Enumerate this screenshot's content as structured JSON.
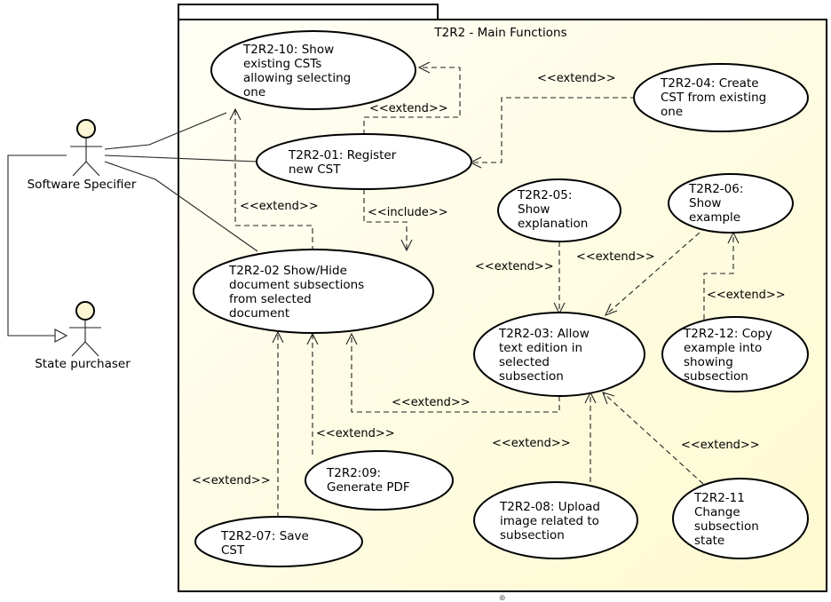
{
  "diagram": {
    "system_title": "T2R2 - Main Functions",
    "colors": {
      "frame_fill_start": "#fffef6",
      "frame_fill_end": "#fefad0",
      "actor_head": "#fbf6d3"
    },
    "actors": {
      "software_specifier": "Software Specifier",
      "state_purchaser": "State purchaser"
    },
    "use_cases": {
      "uc10": [
        "T2R2-10: Show",
        "existing CSTs",
        "allowing selecting",
        "one"
      ],
      "uc01": [
        "T2R2-01: Register",
        "new CST"
      ],
      "uc04": [
        "T2R2-04: Create",
        "CST from existing",
        "one"
      ],
      "uc05": [
        "T2R2-05:",
        "Show",
        "explanation"
      ],
      "uc06": [
        "T2R2-06:",
        "Show",
        "example"
      ],
      "uc02": [
        "T2R2-02 Show/Hide",
        "document subsections",
        "from selected",
        "document"
      ],
      "uc03": [
        "T2R2-03: Allow",
        "text edition in",
        "selected",
        "subsection"
      ],
      "uc12": [
        "T2R2-12: Copy",
        "example into",
        "showing",
        "subsection"
      ],
      "uc09": [
        "T2R2:09:",
        "Generate PDF"
      ],
      "uc07": [
        "T2R2-07: Save",
        "CST"
      ],
      "uc08": [
        "T2R2-08: Upload",
        "image related to",
        "subsection"
      ],
      "uc11": [
        "T2R2-11",
        "Change",
        "subsection",
        "state"
      ]
    },
    "stereotypes": {
      "ext_01_10": "<<extend>>",
      "ext_04_01": "<<extend>>",
      "ext_02_10": "<<extend>>",
      "inc_01": "<<include>>",
      "ext_05_03": "<<extend>>",
      "ext_06_03": "<<extend>>",
      "ext_12_06": "<<extend>>",
      "ext_03_02": "<<extend>>",
      "ext_09_02": "<<extend>>",
      "ext_07_02": "<<extend>>",
      "ext_08_03": "<<extend>>",
      "ext_11_03": "<<extend>>"
    },
    "footer_mark": "⊕"
  }
}
